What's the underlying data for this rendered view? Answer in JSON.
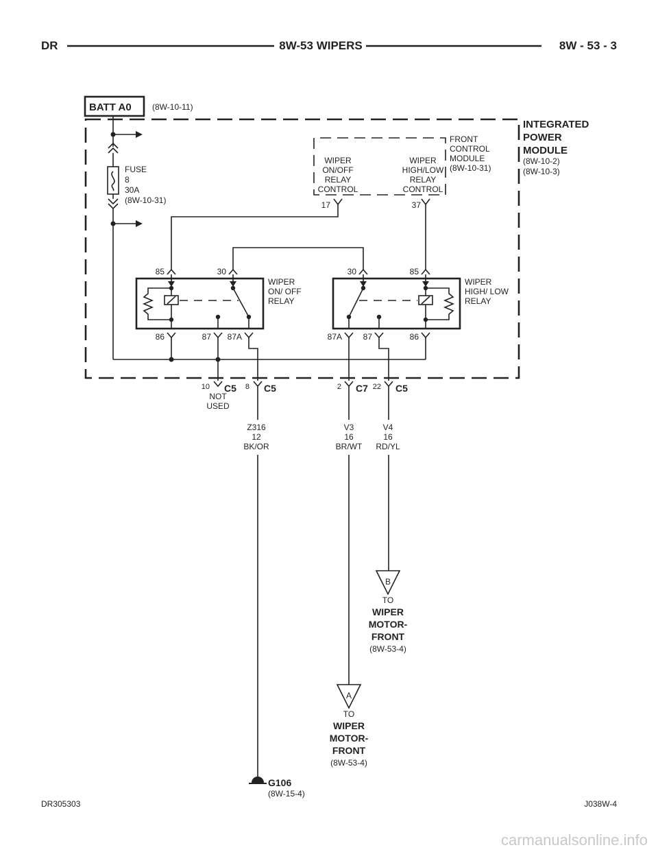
{
  "header": {
    "left": "DR",
    "title": "8W-53 WIPERS",
    "right": "8W - 53 - 3"
  },
  "batt": {
    "label": "BATT A0",
    "ref": "(8W-10-11)"
  },
  "ipm": {
    "title_1": "INTEGRATED",
    "title_2": "POWER",
    "title_3": "MODULE",
    "ref_1": "(8W-10-2)",
    "ref_2": "(8W-10-3)"
  },
  "fuse": {
    "l1": "FUSE",
    "l2": "8",
    "l3": "30A",
    "l4": "(8W-10-31)"
  },
  "fcm": {
    "title_1": "FRONT",
    "title_2": "CONTROL",
    "title_3": "MODULE",
    "ref": "(8W-10-31)",
    "onoff_1": "WIPER",
    "onoff_2": "ON/OFF",
    "onoff_3": "RELAY",
    "onoff_4": "CONTROL",
    "hilo_1": "WIPER",
    "hilo_2": "HIGH/LOW",
    "hilo_3": "RELAY",
    "hilo_4": "CONTROL",
    "pin_onoff": "17",
    "pin_hilo": "37"
  },
  "relay_onoff": {
    "l1": "WIPER",
    "l2": "ON/ OFF",
    "l3": "RELAY",
    "pin85": "85",
    "pin30": "30",
    "pin86": "86",
    "pin87": "87",
    "pin87a": "87A"
  },
  "relay_hilo": {
    "l1": "WIPER",
    "l2": "HIGH/ LOW",
    "l3": "RELAY",
    "pin30": "30",
    "pin85": "85",
    "pin87a": "87A",
    "pin87": "87",
    "pin86": "86"
  },
  "connectors": {
    "c5a_pin": "10",
    "c5a_name": "C5",
    "not_used_1": "NOT",
    "not_used_2": "USED",
    "c5b_pin": "8",
    "c5b_name": "C5",
    "c7_pin": "2",
    "c7_name": "C7",
    "c5c_pin": "22",
    "c5c_name": "C5"
  },
  "wires": {
    "z316_1": "Z316",
    "z316_2": "12",
    "z316_3": "BK/OR",
    "v3_1": "V3",
    "v3_2": "16",
    "v3_3": "BR/WT",
    "v4_1": "V4",
    "v4_2": "16",
    "v4_3": "RD/YL"
  },
  "dest_b": {
    "letter": "B",
    "to": "TO",
    "n1": "WIPER",
    "n2": "MOTOR-",
    "n3": "FRONT",
    "ref": "(8W-53-4)"
  },
  "dest_a": {
    "letter": "A",
    "to": "TO",
    "n1": "WIPER",
    "n2": "MOTOR-",
    "n3": "FRONT",
    "ref": "(8W-53-4)"
  },
  "ground": {
    "name": "G106",
    "ref": "(8W-15-4)"
  },
  "footer": {
    "left": "DR305303",
    "right": "J038W-4",
    "watermark": "carmanualsonline.info"
  }
}
